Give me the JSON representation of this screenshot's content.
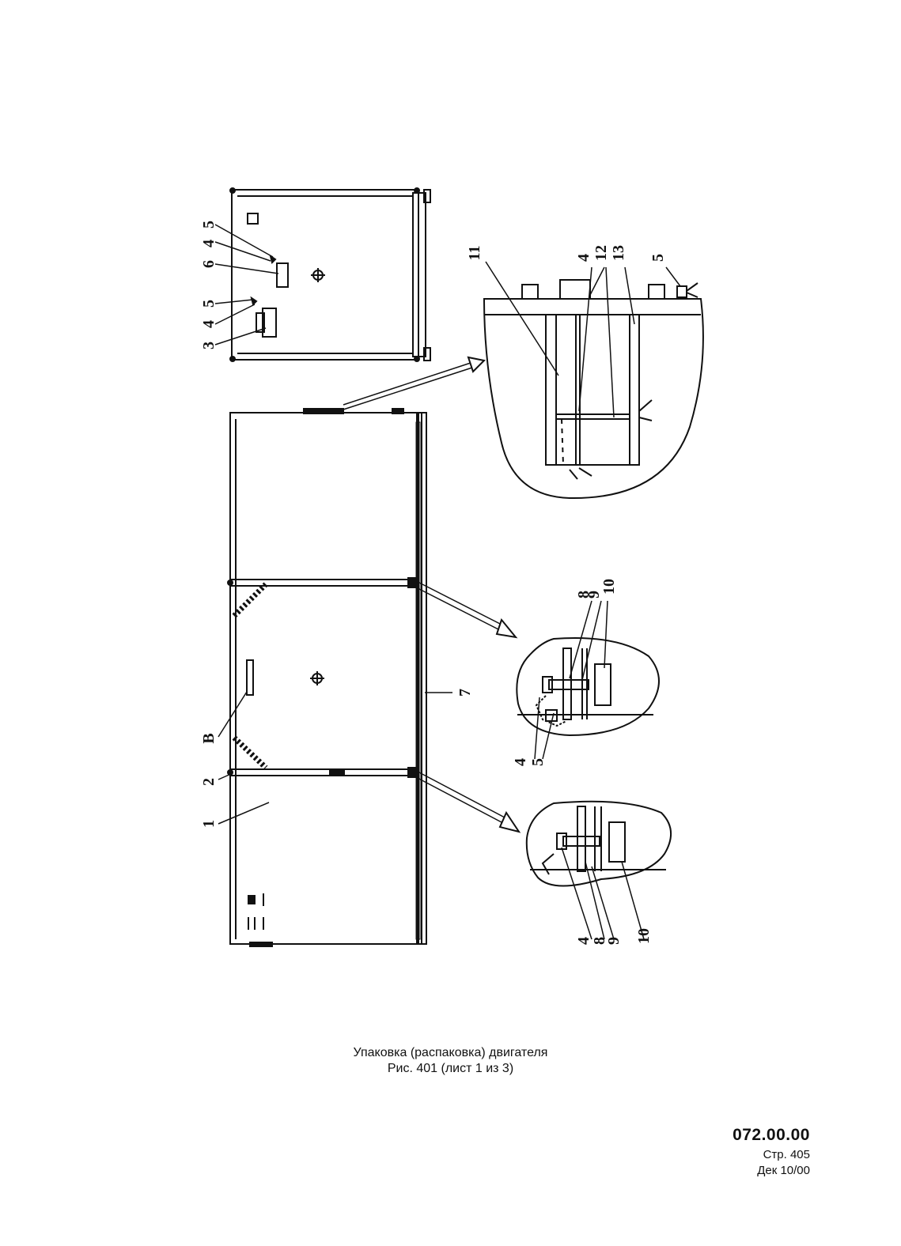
{
  "figure": {
    "caption_line1": "Упаковка (распаковка) двигателя",
    "caption_line2": "Рис. 401 (лист 1 из 3)"
  },
  "footer": {
    "document_number": "072.00.00",
    "page": "Стр. 405",
    "revision": "Дек 10/00"
  },
  "callouts": {
    "end_view": [
      "5",
      "4",
      "6",
      "5",
      "4",
      "3"
    ],
    "main_view": [
      "1",
      "2",
      "B",
      "7"
    ],
    "detail_top": [
      "11",
      "4",
      "12",
      "13",
      "5"
    ],
    "detail_middle": [
      "8",
      "9",
      "10",
      "4",
      "5"
    ],
    "detail_bottom": [
      "4",
      "8",
      "9",
      "10"
    ]
  }
}
